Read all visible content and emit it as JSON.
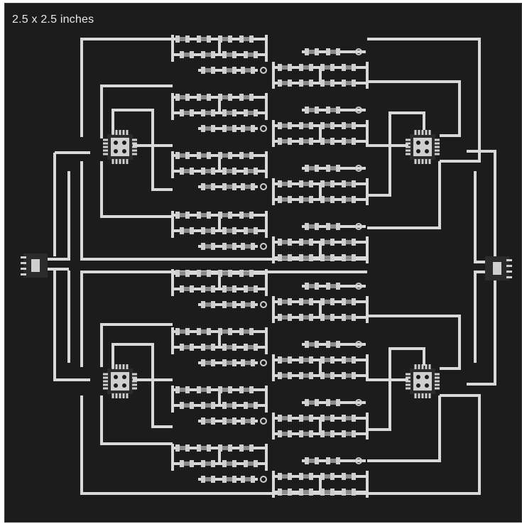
{
  "board": {
    "label": "2.5 x 2.5 inches",
    "colors": {
      "background": "#1c1c1c",
      "trace": "#d9d9d9",
      "pad": "#cfcfcf",
      "component_body": "#8c8c8c"
    },
    "ic_count": 4,
    "connector_count": 2,
    "filter_blocks_per_column": 8
  }
}
